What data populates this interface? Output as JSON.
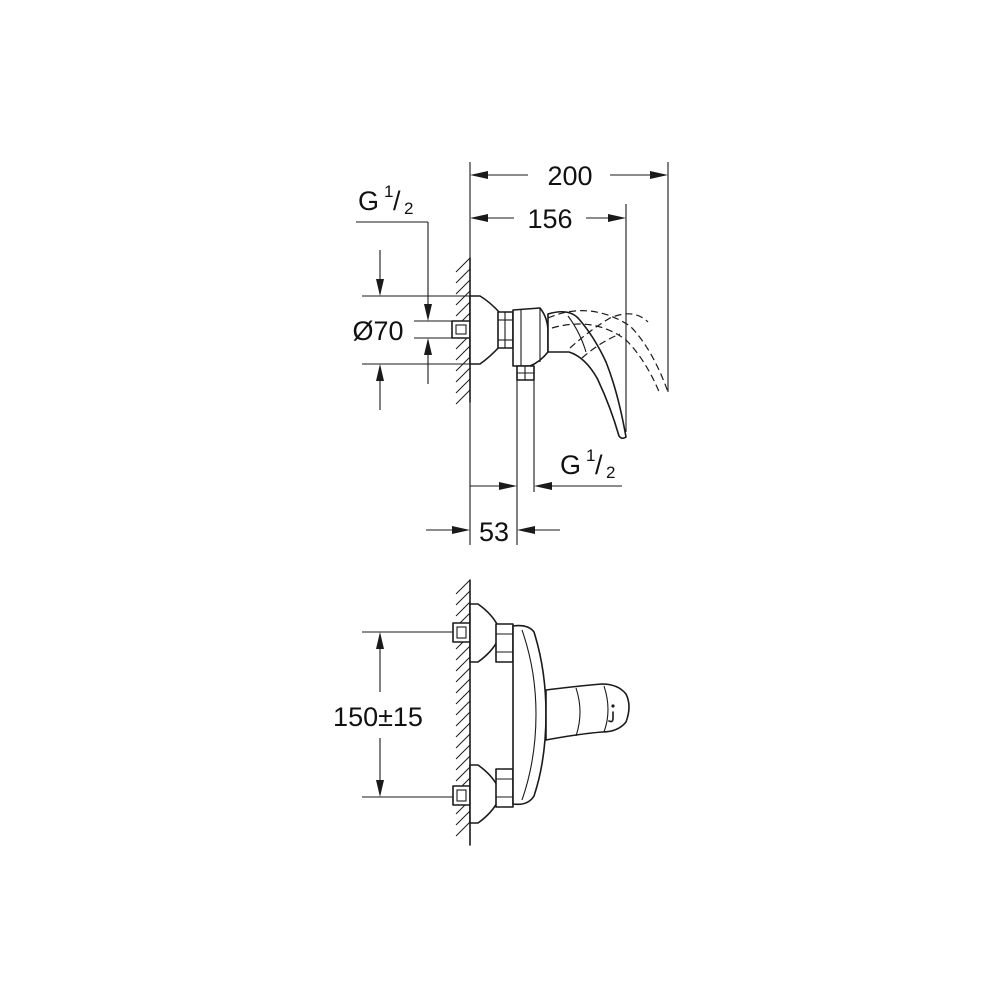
{
  "dimensions": {
    "width_overall": "200",
    "width_lever": "156",
    "diameter_escutcheon": "Ø70",
    "wall_offset": "53",
    "connection_spacing": "150±15"
  },
  "threads": {
    "inlet": {
      "letter": "G",
      "numerator": "1",
      "slash": "/",
      "denominator": "2"
    },
    "outlet": {
      "letter": "G",
      "numerator": "1",
      "slash": "/",
      "denominator": "2"
    }
  }
}
